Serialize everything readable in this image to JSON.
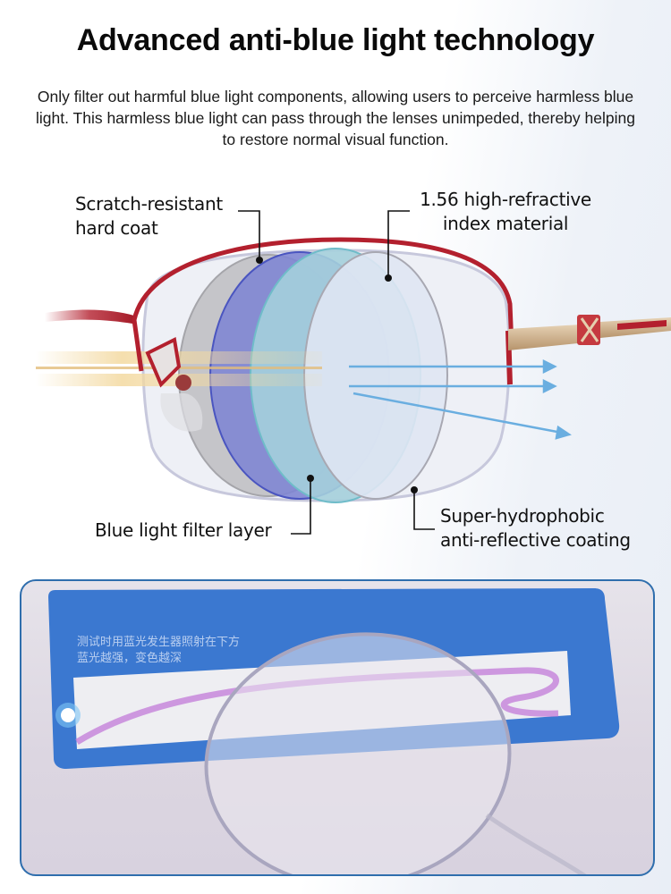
{
  "header": {
    "title": "Advanced anti-blue light technology",
    "description": "Only filter out harmful blue light components, allowing users to perceive harmless blue light. This harmless blue light can pass through the lenses unimpeded, thereby helping to restore normal visual function."
  },
  "diagram": {
    "labels": {
      "scratch_coat": {
        "line1": "Scratch-resistant",
        "line2": "hard coat"
      },
      "index_material": {
        "line1": "1.56 high-refractive",
        "line2": "index material"
      },
      "filter_layer": {
        "line1": "Blue light filter layer"
      },
      "ar_coating": {
        "line1": "Super-hydrophobic",
        "line2": "anti-reflective coating"
      }
    },
    "colors": {
      "frame_red": "#b3202e",
      "hinge_gold": "#cdb08e",
      "hard_coat_gray": "#b9b9bd",
      "filter_blue": "#7c84d0",
      "index_cyan": "#9fcbd9",
      "ar_pale": "#dde6f2",
      "incoming_light": "#f3d9a0",
      "outgoing_arrow": "#6aaee0"
    }
  },
  "photo": {
    "card_text_line1": "测试时用蓝光发生器照射在下方",
    "card_text_line2": "蓝光越强，变色越深",
    "colors": {
      "card_blue": "#3b78d0",
      "border": "#2f6ead",
      "stroke_purple": "#c27ad8"
    }
  }
}
